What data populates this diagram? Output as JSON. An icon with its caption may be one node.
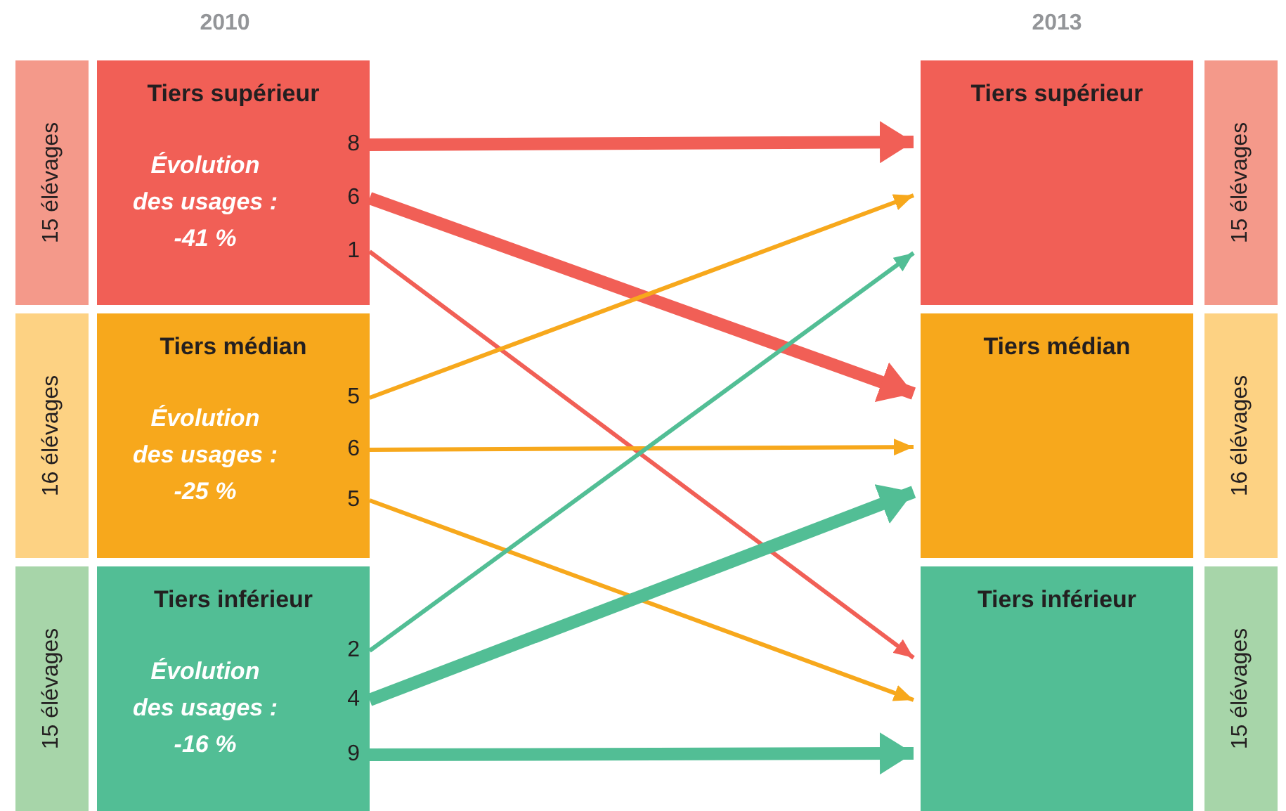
{
  "diagram": {
    "nodes": [
      {
        "text": [
          "15 élévages"
        ]
      },
      {
        "text": [
          "Tiers supérieur",
          "Évolution des usages : -41 %"
        ]
      },
      {
        "text": [
          "Tiers supérieur"
        ]
      },
      {
        "text": [
          "15 élévages"
        ]
      },
      {
        "text": [
          "16 élévages"
        ]
      },
      {
        "text": [
          "Tiers médian",
          "Évolution des usages : -25 %"
        ]
      },
      {
        "text": [
          "Tiers médian"
        ]
      },
      {
        "text": [
          "16 élévages"
        ]
      },
      {
        "text": [
          "15 élévages"
        ]
      },
      {
        "text": [
          "Tiers inférieur",
          "Évolution des usages : -16 %"
        ]
      },
      {
        "text": [
          "Tiers inférieur"
        ]
      },
      {
        "text": [
          "15 élévages"
        ]
      }
    ],
    "edges": [
      {
        "from": 1,
        "to": 2,
        "arrow": "to",
        "label": "8",
        "style": "thick",
        "color": "#f15f56"
      },
      {
        "from": 1,
        "to": 6,
        "arrow": "to",
        "label": "6",
        "style": "thick",
        "color": "#f15f56"
      },
      {
        "from": 1,
        "to": 10,
        "arrow": "to",
        "label": "1",
        "color": "#f15f56"
      },
      {
        "from": 5,
        "to": 2,
        "arrow": "to",
        "label": "5",
        "color": "#f7a81c"
      },
      {
        "from": 5,
        "to": 6,
        "arrow": "to",
        "label": "6",
        "color": "#f7a81c"
      },
      {
        "from": 5,
        "to": 10,
        "arrow": "to",
        "label": "5",
        "color": "#f7a81c"
      },
      {
        "from": 9,
        "to": 2,
        "arrow": "to",
        "label": "2",
        "color": "#52be95"
      },
      {
        "from": 9,
        "to": 6,
        "arrow": "to",
        "label": "4",
        "style": "thick",
        "color": "#52be95"
      },
      {
        "from": 9,
        "to": 10,
        "arrow": "to",
        "label": "9",
        "style": "thick",
        "color": "#52be95"
      }
    ],
    "labels": [
      "2010",
      "2013"
    ]
  }
}
